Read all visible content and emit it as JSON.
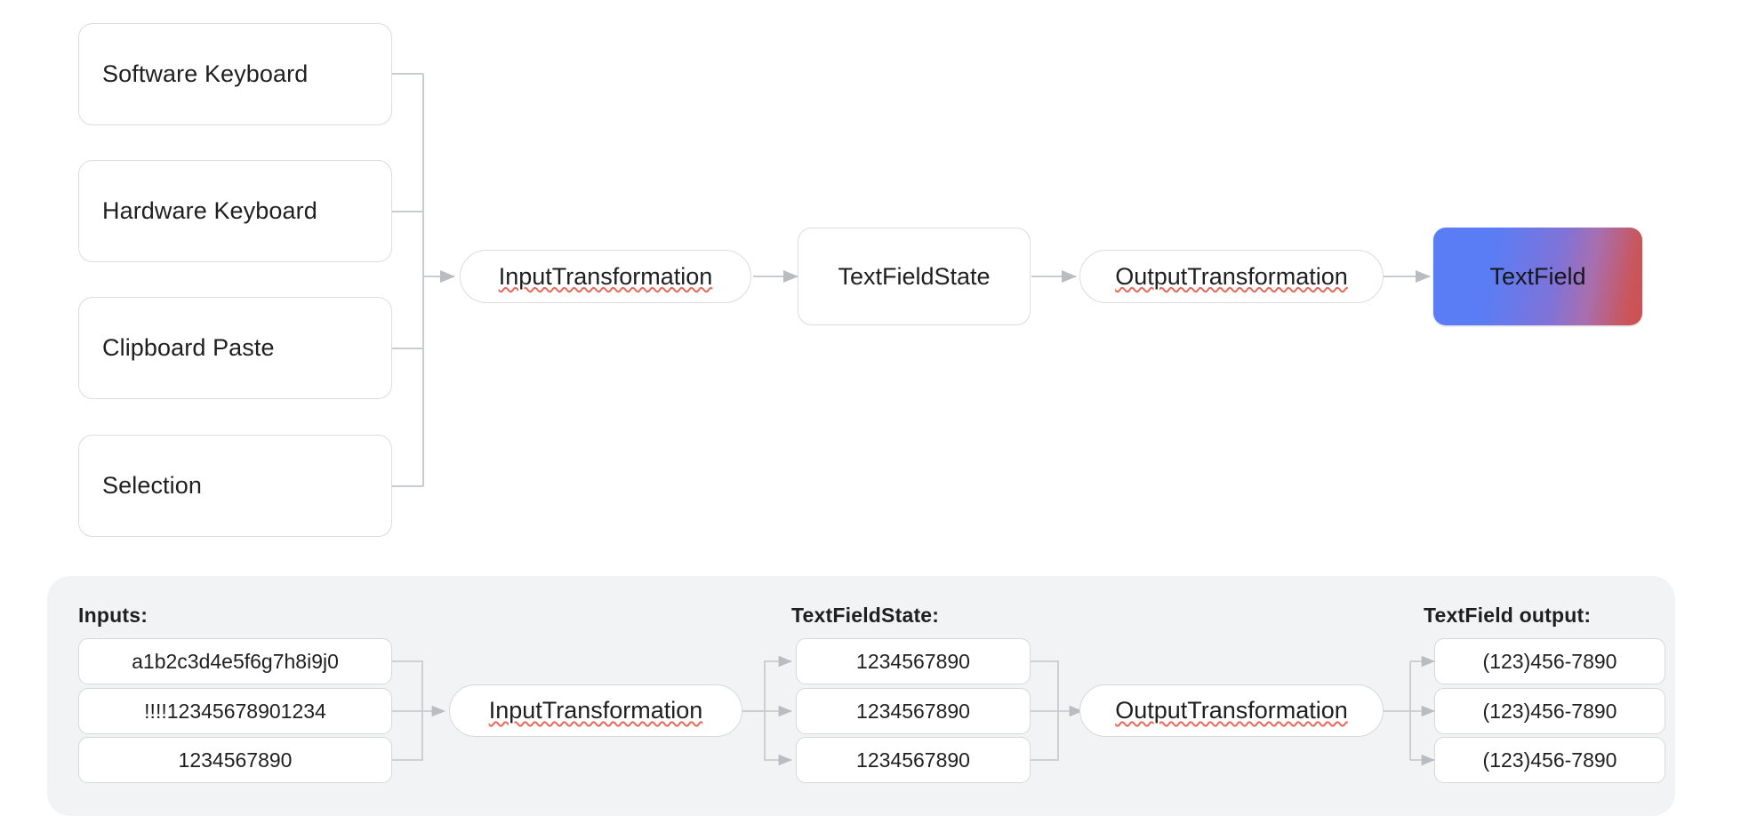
{
  "diagram": {
    "inputs": [
      {
        "label": "Software Keyboard"
      },
      {
        "label": "Hardware Keyboard"
      },
      {
        "label": "Clipboard Paste"
      },
      {
        "label": "Selection"
      }
    ],
    "pipeline": {
      "input_transformation": "InputTransformation",
      "text_field_state": "TextFieldState",
      "output_transformation": "OutputTransformation",
      "text_field": "TextField"
    },
    "colors": {
      "node_border": "#dcdcdc",
      "wire": "#c9cccf",
      "panel_bg": "#f1f3f4",
      "text": "#1f1f1f",
      "gradient_start": "#5a7df5",
      "gradient_end": "#cf4f52",
      "spellcheck_underline": "#e8685a"
    }
  },
  "example_panel": {
    "columns": {
      "inputs_label": "Inputs:",
      "state_label": "TextFieldState:",
      "output_label": "TextField output:"
    },
    "inputs": [
      "a1b2c3d4e5f6g7h8i9j0",
      "!!!!12345678901234",
      "1234567890"
    ],
    "input_transformation": "InputTransformation",
    "states": [
      "1234567890",
      "1234567890",
      "1234567890"
    ],
    "output_transformation": "OutputTransformation",
    "outputs": [
      "(123)456-7890",
      "(123)456-7890",
      "(123)456-7890"
    ]
  }
}
